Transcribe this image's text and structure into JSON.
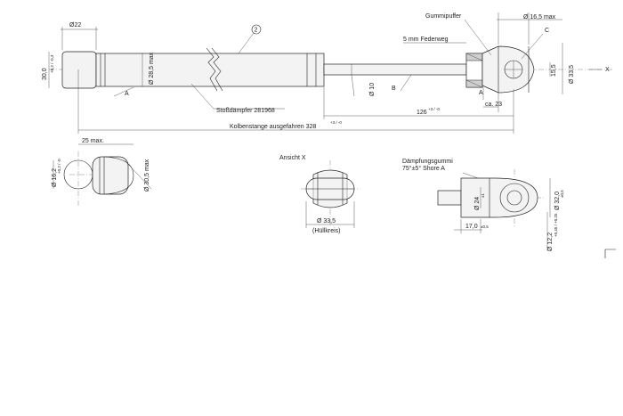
{
  "labels": {
    "d22": "Ø22",
    "len30": "30,0",
    "tol30": "+0,2 / -0,3",
    "d28_5": "Ø 28,5 max",
    "marker2": "2",
    "fw": "5 mm Federweg",
    "d10": "Ø 10",
    "rod_b": "B",
    "a_left": "A",
    "name": "Stoßdämpfer 281968",
    "gummipuffer": "Gummipuffer",
    "d16_5": "Ø 16,5 max",
    "c": "C",
    "x": "X",
    "l15_5": "15,5",
    "d33_5_max": "Ø 33,5",
    "a_right": "A",
    "ca23": "ca. 23",
    "l126": "126",
    "tol126": "+3 / -0",
    "kolben": "Kolbenstange ausgefahren 328",
    "tol328": "+3 / -0",
    "m25": "25 max.",
    "d16_2": "Ø 16,2",
    "tol16_2": "+0,2 / -0",
    "d30_5": "Ø 30,5 max",
    "ansicht": "Ansicht X",
    "d33_5": "Ø 33,5",
    "huellkreis": "(Hüllkreis)",
    "daempf1": "Dämpfungsgummi",
    "daempf2": "75°±5° Shore A",
    "d24": "Ø 24",
    "tol24": "±1",
    "d32": "Ø 32,0",
    "tol32": "±0,5",
    "l17": "17,0",
    "tol17": "±0,5",
    "d12_2": "Ø 12,2",
    "tol12_2": "+0,45 / +0,25"
  }
}
